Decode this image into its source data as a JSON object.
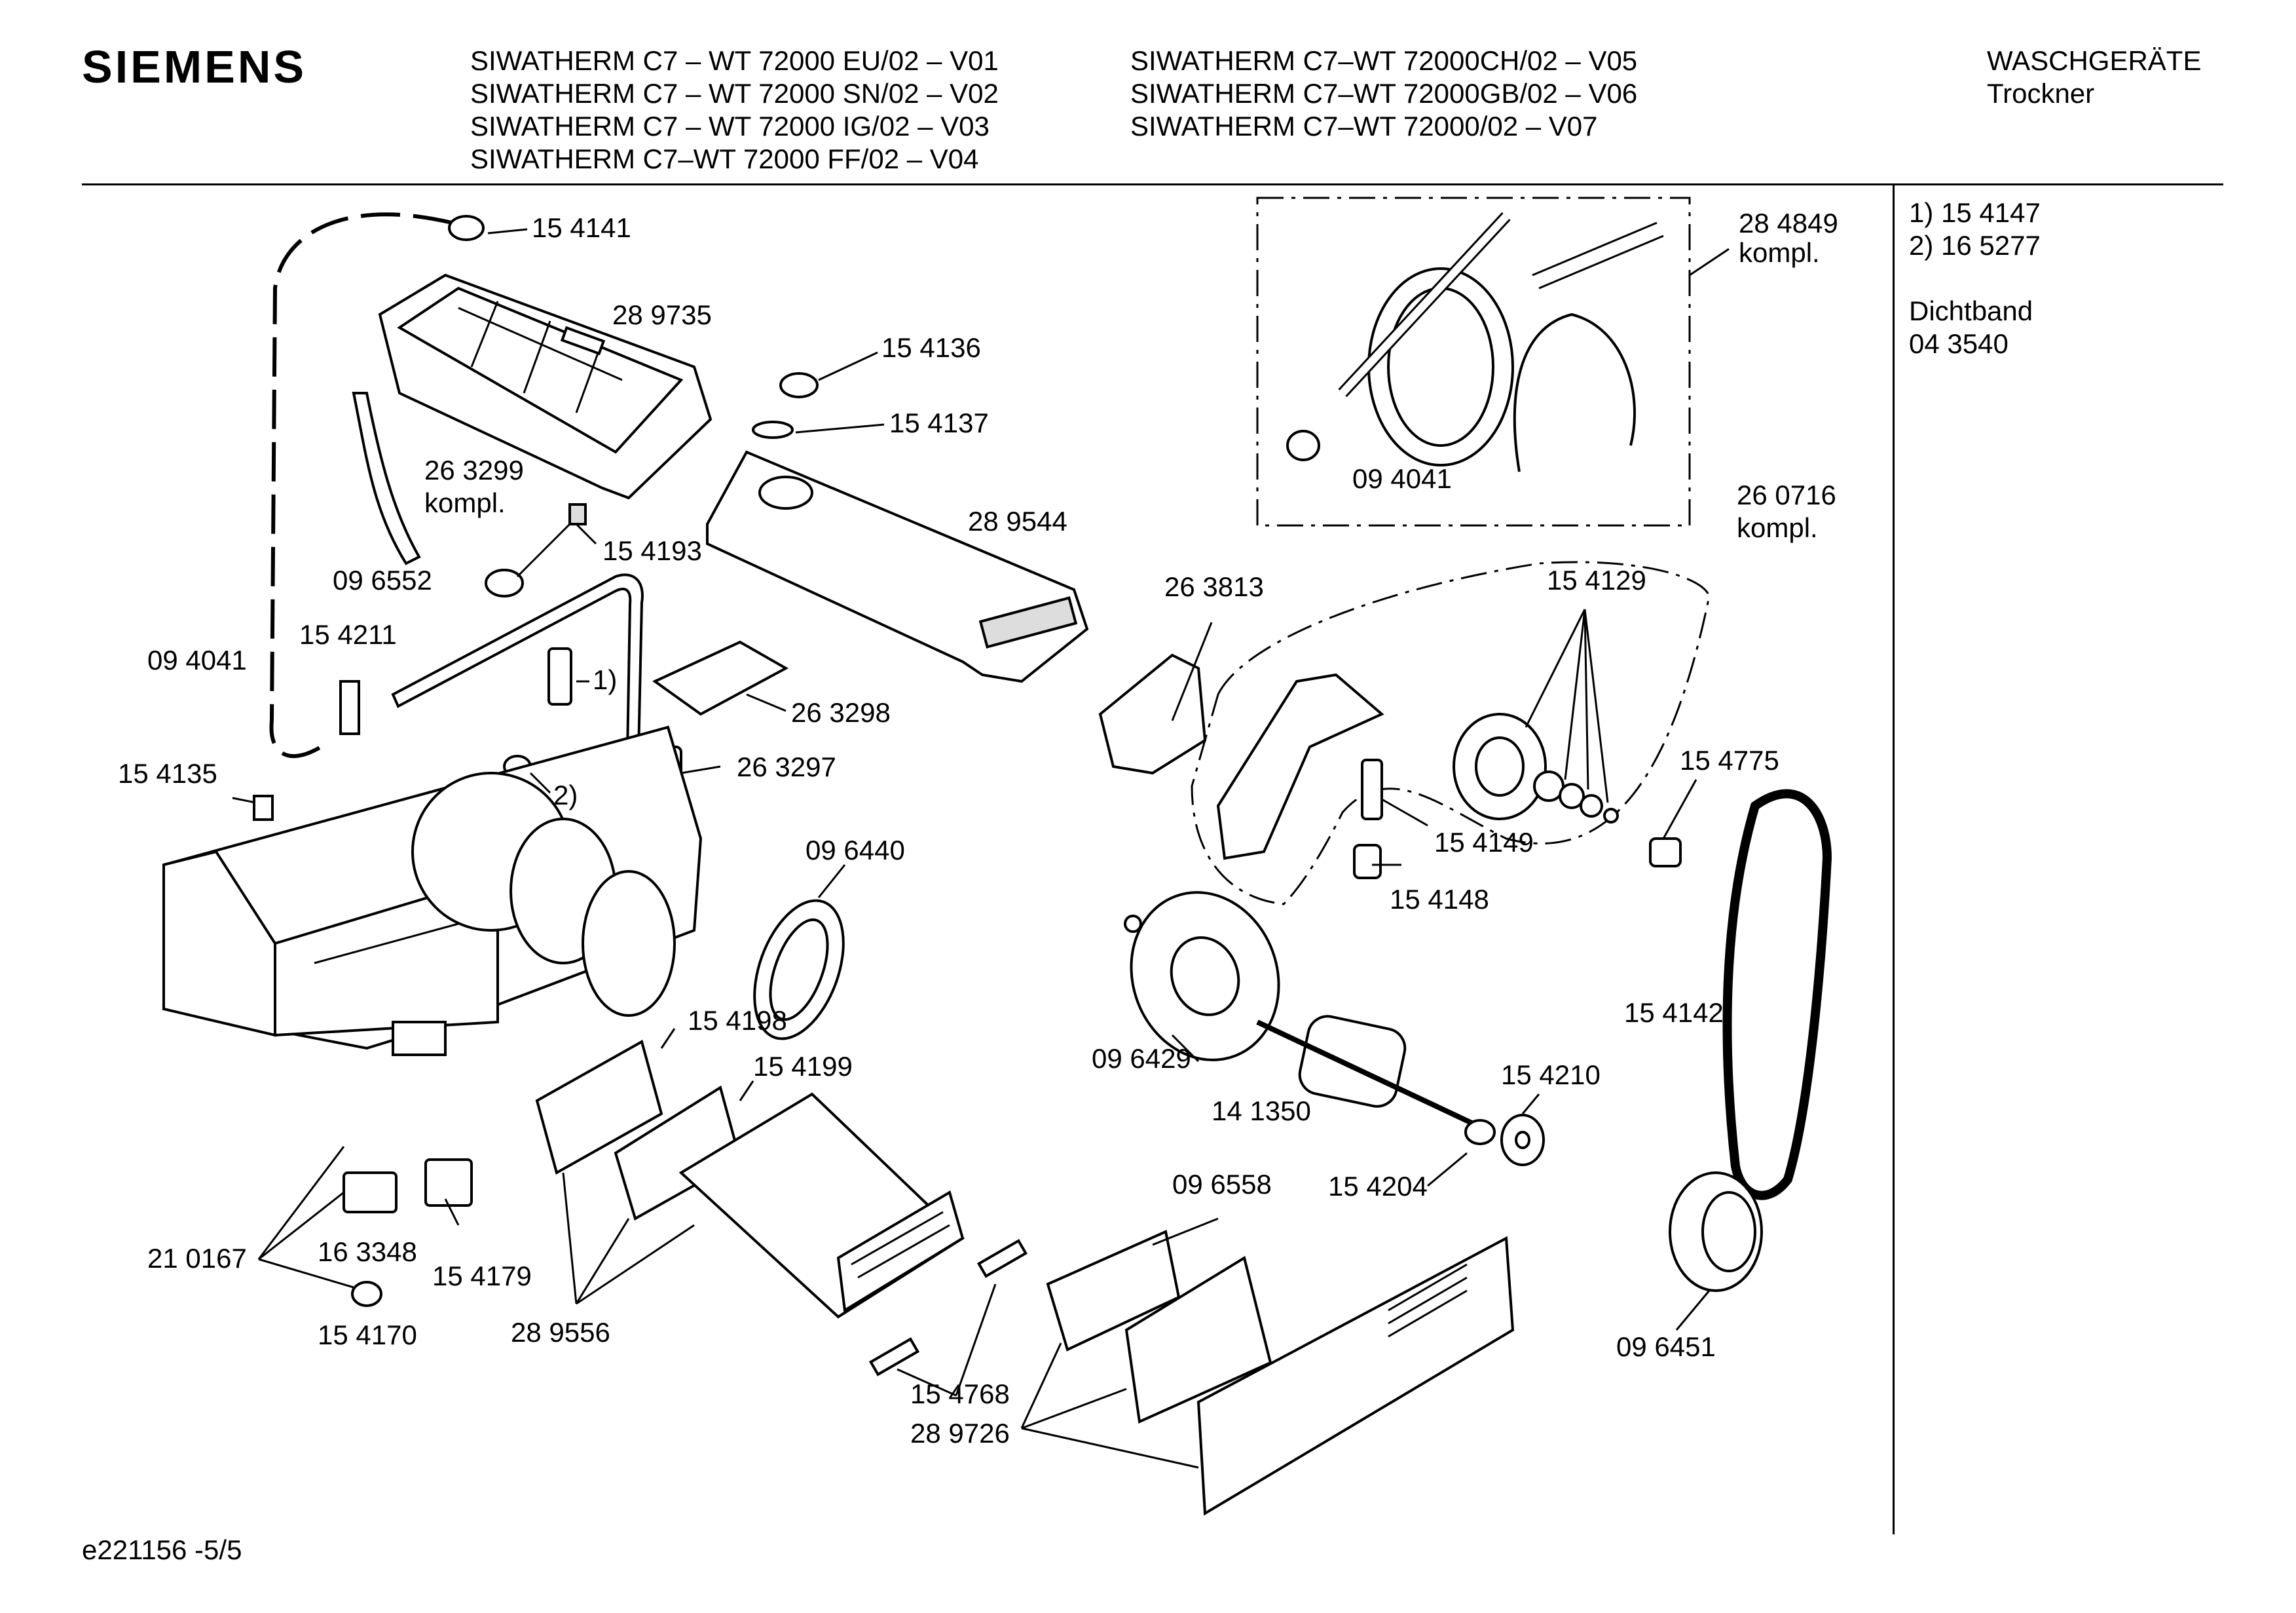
{
  "header": {
    "brand": "SIEMENS",
    "models_left": [
      "SIWATHERM C7 – WT 72000 EU/02 – V01",
      "SIWATHERM C7 – WT 72000 SN/02 – V02",
      "SIWATHERM C7 – WT 72000 IG/02 – V03",
      "SIWATHERM C7–WT 72000 FF/02 – V04"
    ],
    "models_right": [
      "SIWATHERM C7–WT 72000CH/02 – V05",
      "SIWATHERM C7–WT 72000GB/02 – V06",
      "SIWATHERM C7–WT 72000/02 – V07"
    ],
    "category": "WASCHGERÄTE",
    "subcategory": "Trockner"
  },
  "sidebar": {
    "notes": [
      "1)  15 4147",
      "2)  16 5277"
    ],
    "seal_label": "Dichtband",
    "seal_number": "04 3540"
  },
  "footer": {
    "page_id": "e221156 -5/5"
  },
  "labels": {
    "p154141": "15 4141",
    "p289735": "28 9735",
    "p154136": "15 4136",
    "p154137": "15 4137",
    "p284849": "28 4849",
    "kompl_a": "kompl.",
    "p094041_box": "09 4041",
    "p263299": "26 3299",
    "kompl_b": "kompl.",
    "p154193": "15 4193",
    "p289544": "28 9544",
    "p096552": "09 6552",
    "p260716": "26 0716",
    "kompl_c": "kompl.",
    "p263813": "26 3813",
    "p154129": "15 4129",
    "p154211": "15 4211",
    "p094041": "09 4041",
    "note1": "1)",
    "p263298": "26 3298",
    "p154135": "15 4135",
    "note2": "2)",
    "p263297": "26 3297",
    "p154775": "15 4775",
    "p154149": "15 4149",
    "p096440": "09 6440",
    "p154148": "15 4148",
    "p154198": "15 4198",
    "p154142": "15 4142",
    "p154199": "15 4199",
    "p096429": "09 6429",
    "p154210": "15 4210",
    "p141350": "14 1350",
    "p096558": "09 6558",
    "p154204": "15 4204",
    "p210167": "21 0167",
    "p163348": "16 3348",
    "p154179": "15 4179",
    "p154170": "15 4170",
    "p289556": "28 9556",
    "p096451": "09 6451",
    "p154768": "15 4768",
    "p289726": "28 9726"
  }
}
